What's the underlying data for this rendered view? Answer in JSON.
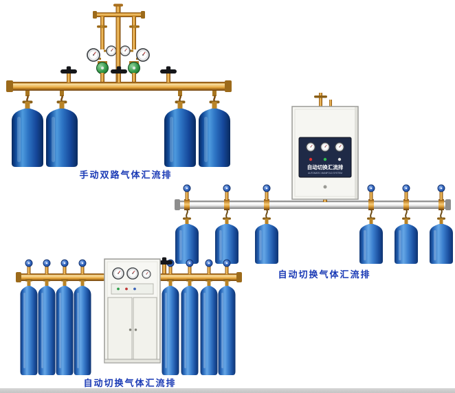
{
  "captions": {
    "product1": "手动双路气体汇流排",
    "product2": "自动切换气体汇流排",
    "product3": "自动切换气体汇流排"
  },
  "cabinet_panel": {
    "title": "自动切换汇流排",
    "subtitle": "AUTOMATIC MANIFOLD SYSTEM"
  },
  "colors": {
    "caption_blue": "#1a3ab5",
    "brass": "#c98a2c",
    "cylinder_blue": "#2d74c4",
    "silver_pipe": "#d9d9d9",
    "cabinet_body": "#f6f6f2",
    "panel_navy": "#1f2a47"
  }
}
